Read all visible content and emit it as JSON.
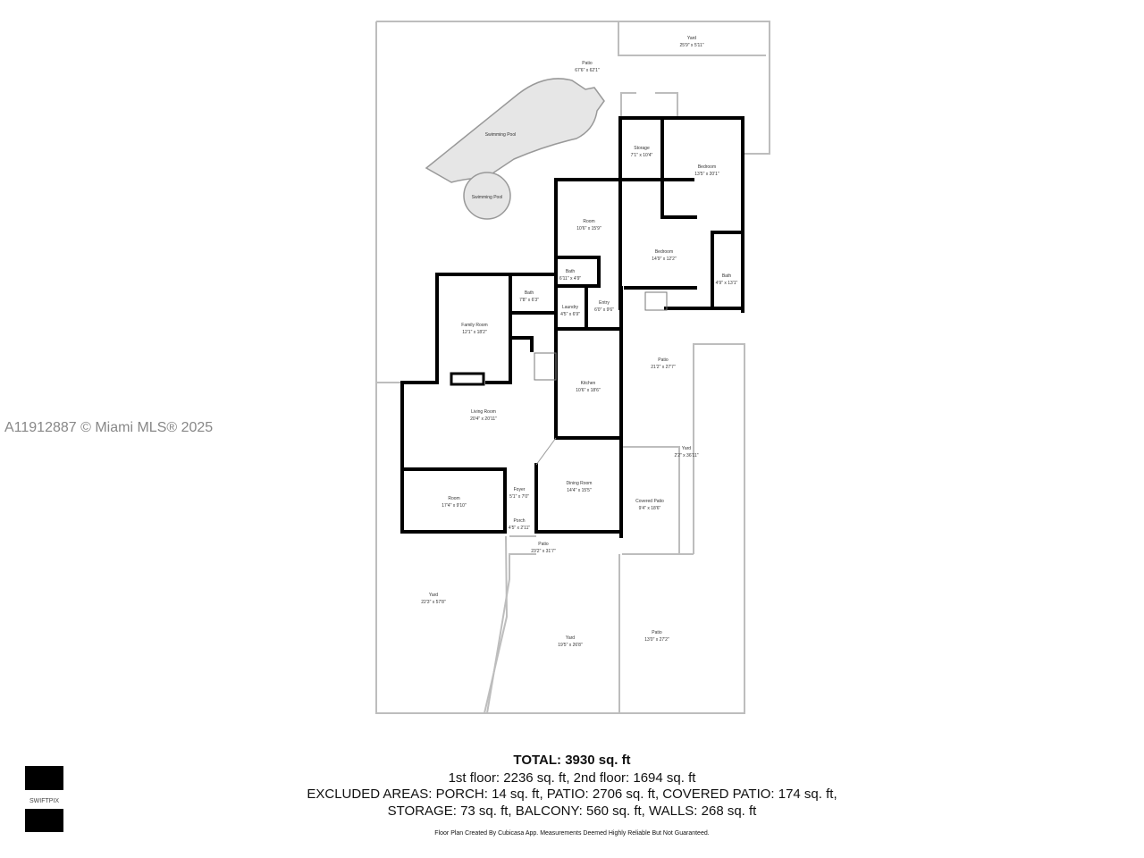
{
  "watermark": "A11912887 © Miami MLS® 2025",
  "rooms": [
    {
      "name": "Yard",
      "dims": "25'9\" x 5'11\""
    },
    {
      "name": "Patio",
      "dims": "67'6\" x 62'1\""
    },
    {
      "name": "Swimming Pool",
      "dims": ""
    },
    {
      "name": "Swimming Pool",
      "dims": ""
    },
    {
      "name": "Storage",
      "dims": "7'1\" x 10'4\""
    },
    {
      "name": "Bedroom",
      "dims": "13'5\" x 20'1\""
    },
    {
      "name": "Room",
      "dims": "10'6\" x 15'9\""
    },
    {
      "name": "Bedroom",
      "dims": "14'9\" x 12'2\""
    },
    {
      "name": "Bath",
      "dims": "6'11\" x 4'9\""
    },
    {
      "name": "Bath",
      "dims": "4'9\" x 13'1\""
    },
    {
      "name": "Bath",
      "dims": "7'8\" x 6'3\""
    },
    {
      "name": "Laundry",
      "dims": "4'5\" x 6'9\""
    },
    {
      "name": "Entry",
      "dims": "6'0\" x 9'6\""
    },
    {
      "name": "Family Room",
      "dims": "12'1\" x 18'2\""
    },
    {
      "name": "Patio",
      "dims": "21'2\" x 27'7\""
    },
    {
      "name": "Kitchen",
      "dims": "10'6\" x 18'6\""
    },
    {
      "name": "Living Room",
      "dims": "20'4\" x 20'11\""
    },
    {
      "name": "Yard",
      "dims": "2'2\" x 36'11\""
    },
    {
      "name": "Dining Room",
      "dims": "14'4\" x 15'5\""
    },
    {
      "name": "Foyer",
      "dims": "5'1\" x 7'0\""
    },
    {
      "name": "Room",
      "dims": "17'4\" x 9'10\""
    },
    {
      "name": "Covered Patio",
      "dims": "9'4\" x 18'6\""
    },
    {
      "name": "Porch",
      "dims": "4'5\" x 2'11\""
    },
    {
      "name": "Patio",
      "dims": "23'2\" x 31'7\""
    },
    {
      "name": "Yard",
      "dims": "22'3\" x 57'8\""
    },
    {
      "name": "Yard",
      "dims": "19'5\" x 26'8\""
    },
    {
      "name": "Patio",
      "dims": "13'0\" x 27'2\""
    }
  ],
  "summary": {
    "total": "TOTAL: 3930 sq. ft",
    "floors": "1st floor: 2236 sq. ft, 2nd floor: 1694 sq. ft",
    "excluded_1": "EXCLUDED AREAS: PORCH: 14 sq. ft, PATIO: 2706 sq. ft, COVERED PATIO: 174 sq. ft,",
    "excluded_2": "STORAGE: 73 sq. ft, BALCONY: 560 sq. ft, WALLS: 268 sq. ft",
    "disclaimer": "Floor Plan Created By Cubicasa App. Measurements Deemed Highly Reliable But Not Guaranteed."
  },
  "logo": {
    "text": "SWIFTPIX"
  }
}
